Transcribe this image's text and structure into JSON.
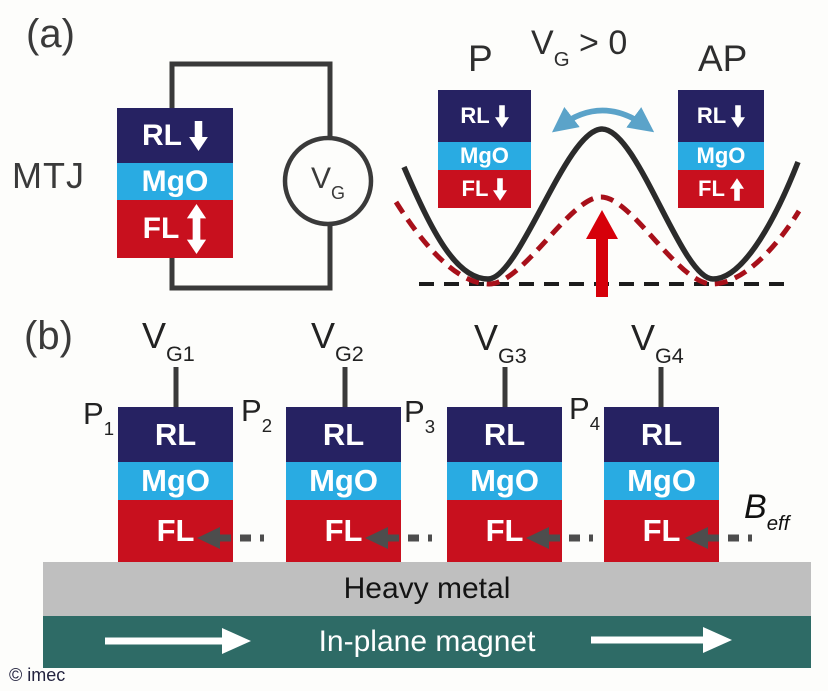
{
  "colors": {
    "navy": "#262262",
    "cyan": "#29abe2",
    "red": "#c8101e",
    "teal": "#2e6b66",
    "gray": "#bfbfbf",
    "wire": "#3a3a3a",
    "blue-arrow": "#5ba3c9",
    "dark-red": "#a8101a",
    "bright-red": "#d6000a",
    "arrow-gray": "#4d4d4d"
  },
  "panel_a": {
    "label": "(a)",
    "mtj_label": "MTJ",
    "stack": {
      "rl": "RL",
      "mgo": "MgO",
      "fl": "FL"
    },
    "source": {
      "v": "V",
      "sub": "G"
    },
    "energy": {
      "p_label": "P",
      "vg": {
        "v": "V",
        "sub": "G",
        "cond": "> 0"
      },
      "ap_label": "AP",
      "p_stack": {
        "rl": "RL",
        "mgo": "MgO",
        "fl": "FL"
      },
      "ap_stack": {
        "rl": "RL",
        "mgo": "MgO",
        "fl": "FL"
      }
    }
  },
  "panel_b": {
    "label": "(b)",
    "pillars": [
      {
        "name": "P",
        "sub": "1",
        "v": "V",
        "vsub": "G1",
        "rl": "RL",
        "mgo": "MgO",
        "fl": "FL"
      },
      {
        "name": "P",
        "sub": "2",
        "v": "V",
        "vsub": "G2",
        "rl": "RL",
        "mgo": "MgO",
        "fl": "FL"
      },
      {
        "name": "P",
        "sub": "3",
        "v": "V",
        "vsub": "G3",
        "rl": "RL",
        "mgo": "MgO",
        "fl": "FL"
      },
      {
        "name": "P",
        "sub": "4",
        "v": "V",
        "vsub": "G4",
        "rl": "RL",
        "mgo": "MgO",
        "fl": "FL"
      }
    ],
    "b_eff": {
      "base": "B",
      "sub": "eff"
    },
    "heavy_metal_label": "Heavy metal",
    "in_plane_label": "In-plane magnet"
  },
  "credit": "© imec"
}
